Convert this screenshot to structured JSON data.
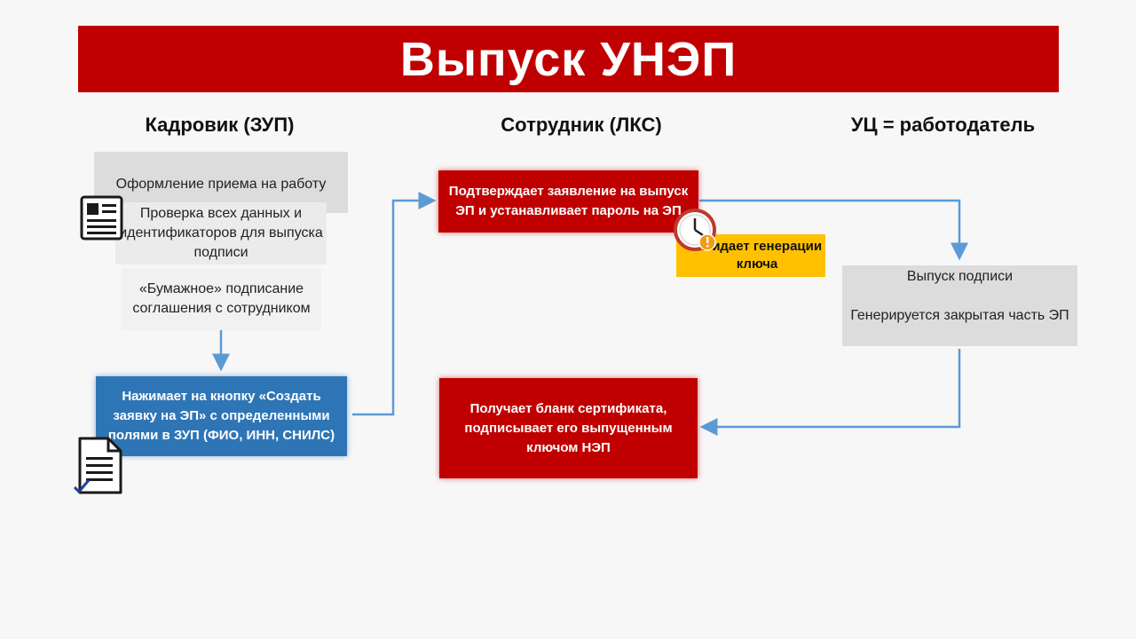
{
  "title": "Выпуск УНЭП",
  "columns": {
    "hr": "Кадровик (ЗУП)",
    "employee": "Сотрудник (ЛКС)",
    "ca": "УЦ = работодатель"
  },
  "hr_steps": {
    "hiring": "Оформление приема на работу",
    "check": "Проверка всех данных и идентификаторов для выпуска подписи",
    "paper": "«Бумажное» подписание соглашения с сотрудником",
    "create": "Нажимает на кнопку «Создать заявку на ЭП» с определенными полями в ЗУП (ФИО, ИНН, СНИЛС)"
  },
  "employee_steps": {
    "confirm": "Подтверждает заявление на выпуск ЭП и устанавливает пароль на ЭП",
    "waiting": "Ожидает генерации ключа",
    "receive": "Получает бланк сертификата, подписывает его выпущенным ключом НЭП"
  },
  "ca_steps": {
    "issue_title": "Выпуск подписи",
    "issue_detail": "Генерируется закрытая часть ЭП"
  },
  "colors": {
    "banner": "#c00000",
    "action_red": "#c00000",
    "action_blue": "#2e75b6",
    "waiting": "#ffc000",
    "arrow": "#5b9bd5"
  },
  "icons": [
    "id-card-icon",
    "document-check-icon",
    "alarm-clock-icon"
  ]
}
